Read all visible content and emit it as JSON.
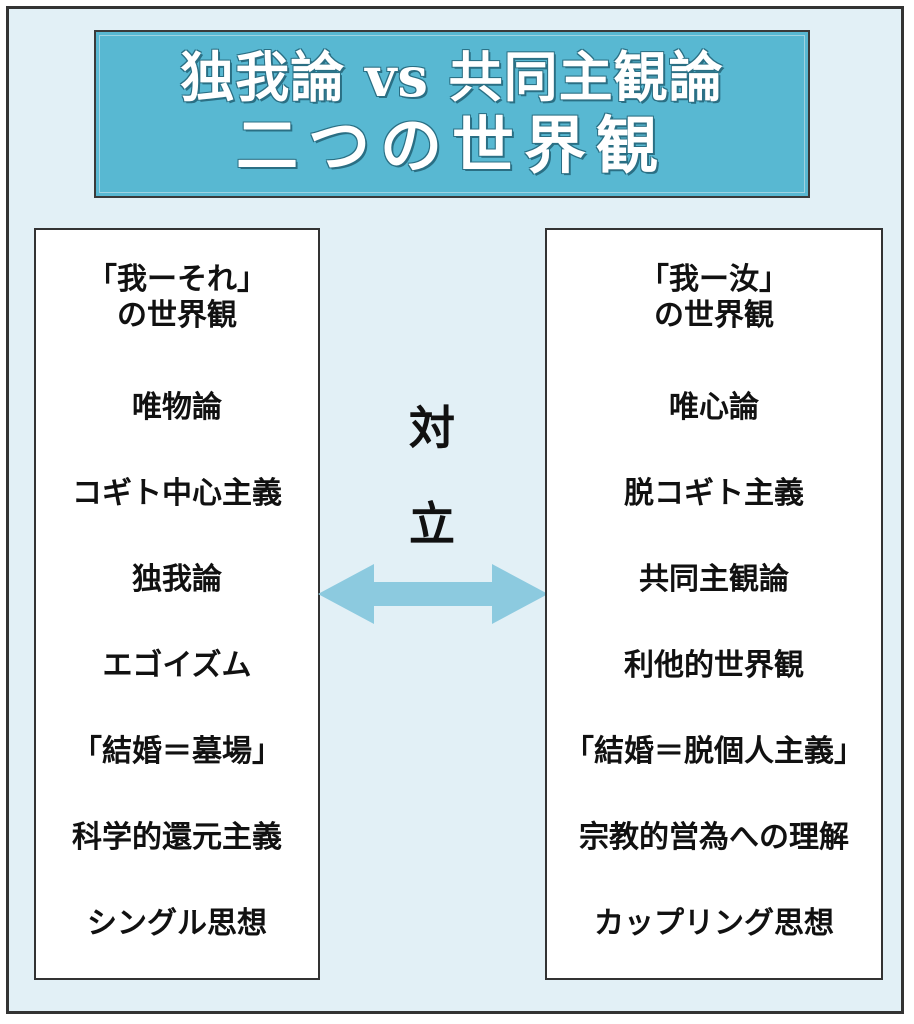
{
  "title": {
    "line1": "独我論 vs 共同主観論",
    "line2": "二つの世界観"
  },
  "left_column": {
    "heading": [
      "「我ーそれ」",
      "の世界観"
    ],
    "items": [
      "唯物論",
      "コギト中心主義",
      "独我論",
      "エゴイズム",
      "「結婚＝墓場」",
      "科学的還元主義",
      "シングル思想"
    ]
  },
  "right_column": {
    "heading": [
      "「我ー汝」",
      "の世界観"
    ],
    "items": [
      "唯心論",
      "脱コギト主義",
      "共同主観論",
      "利他的世界観",
      "「結婚＝脱個人主義」",
      "宗教的営為への理解",
      "カップリング思想"
    ]
  },
  "center": {
    "label_chars": [
      "対",
      "立"
    ]
  },
  "colors": {
    "background": "#e2f0f6",
    "title_fill": "#58b8d2",
    "arrow": "#8ccadf"
  }
}
